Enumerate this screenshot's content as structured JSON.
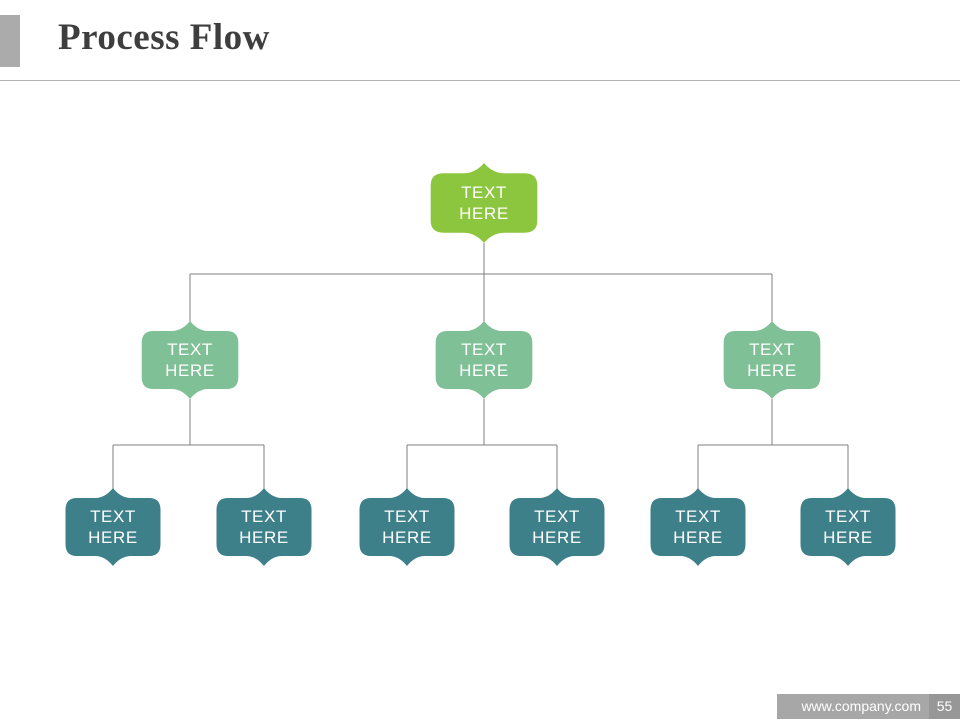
{
  "slide": {
    "title": "Process Flow",
    "footer": {
      "website": "www.company.com",
      "page_number": "55"
    }
  },
  "colors": {
    "level1_green": "#8CC63F",
    "level2_sage": "#7FC096",
    "level3_teal": "#3E8089",
    "connector_gray": "#7F7F7F",
    "title_text": "#3E3E3E",
    "accent_square": "#ABABAB",
    "title_rule": "#B3B3B3",
    "footer_bar": "#A7A7A7",
    "footer_page_box": "#979797",
    "node_text": "#FFFFFF"
  },
  "diagram": {
    "type": "org-chart",
    "levels": 3,
    "nodes": [
      {
        "id": "root",
        "level": 1,
        "parent": null,
        "label": "TEXT HERE",
        "line1": "TEXT",
        "line2": "HERE"
      },
      {
        "id": "branch-1",
        "level": 2,
        "parent": "root",
        "label": "TEXT HERE",
        "line1": "TEXT",
        "line2": "HERE"
      },
      {
        "id": "branch-2",
        "level": 2,
        "parent": "root",
        "label": "TEXT HERE",
        "line1": "TEXT",
        "line2": "HERE"
      },
      {
        "id": "branch-3",
        "level": 2,
        "parent": "root",
        "label": "TEXT HERE",
        "line1": "TEXT",
        "line2": "HERE"
      },
      {
        "id": "leaf-1",
        "level": 3,
        "parent": "branch-1",
        "label": "TEXT HERE",
        "line1": "TEXT",
        "line2": "HERE"
      },
      {
        "id": "leaf-2",
        "level": 3,
        "parent": "branch-1",
        "label": "TEXT HERE",
        "line1": "TEXT",
        "line2": "HERE"
      },
      {
        "id": "leaf-3",
        "level": 3,
        "parent": "branch-2",
        "label": "TEXT HERE",
        "line1": "TEXT",
        "line2": "HERE"
      },
      {
        "id": "leaf-4",
        "level": 3,
        "parent": "branch-2",
        "label": "TEXT HERE",
        "line1": "TEXT",
        "line2": "HERE"
      },
      {
        "id": "leaf-5",
        "level": 3,
        "parent": "branch-3",
        "label": "TEXT HERE",
        "line1": "TEXT",
        "line2": "HERE"
      },
      {
        "id": "leaf-6",
        "level": 3,
        "parent": "branch-3",
        "label": "TEXT HERE",
        "line1": "TEXT",
        "line2": "HERE"
      }
    ]
  }
}
